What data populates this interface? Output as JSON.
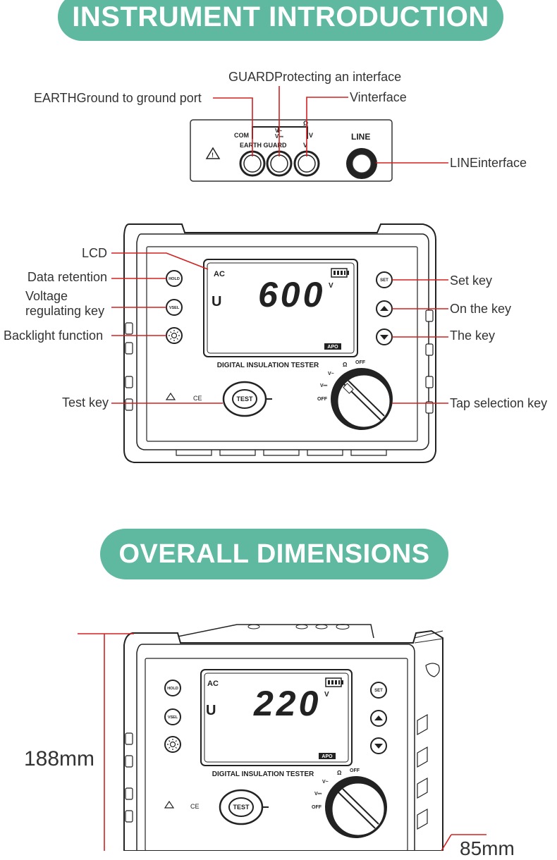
{
  "banners": {
    "intro": "INSTRUMENT INTRODUCTION",
    "dimensions": "OVERALL DIMENSIONS"
  },
  "ports_diagram": {
    "labels": {
      "guard": "GUARDProtecting an interface",
      "earth": "EARTHGround to ground port",
      "v": "Vinterface",
      "line": "LINEinterface"
    },
    "panel_text": {
      "com": "COM",
      "v_ac": "V~",
      "v_dc": "V⎓",
      "ohm": "Ω",
      "v_right": "V",
      "earth_guard": "EARTH GUARD",
      "v_under": "V",
      "line": "LINE"
    }
  },
  "front_diagram": {
    "labels": {
      "lcd": "LCD",
      "data_retention": "Data retention",
      "voltage_line1": "Voltage",
      "voltage_line2": "regulating key",
      "backlight": "Backlight function",
      "test_key": "Test key",
      "set_key": "Set key",
      "on_key": "On the key",
      "the_key": "The key",
      "tap_key": "Tap selection key"
    },
    "device": {
      "ac": "AC",
      "u": "U",
      "reading": "600",
      "unit": "V",
      "apo": "APO",
      "model": "DIGITAL INSULATION TESTER",
      "hold": "HOLD",
      "vsel": "VSEL",
      "set": "SET",
      "test": "TEST",
      "dial_ohm": "Ω",
      "dial_off_top": "OFF",
      "dial_v_ac": "V~",
      "dial_v_dc": "V⎓",
      "dial_off_bottom": "OFF"
    }
  },
  "dimension_diagram": {
    "height_label": "188mm",
    "depth_label": "85mm",
    "device": {
      "ac": "AC",
      "u": "U",
      "reading": "220",
      "unit": "V",
      "apo": "APO",
      "model": "DIGITAL INSULATION TESTER",
      "hold": "HOLD",
      "vsel": "VSEL",
      "set": "SET",
      "test": "TEST",
      "dial_ohm": "Ω",
      "dial_off_top": "OFF",
      "dial_v_ac": "V~",
      "dial_v_dc": "V⎓",
      "dial_off_bottom": "OFF"
    }
  },
  "colors": {
    "accent": "#5fb8a0",
    "leader": "#d32020",
    "outline": "#222222"
  }
}
